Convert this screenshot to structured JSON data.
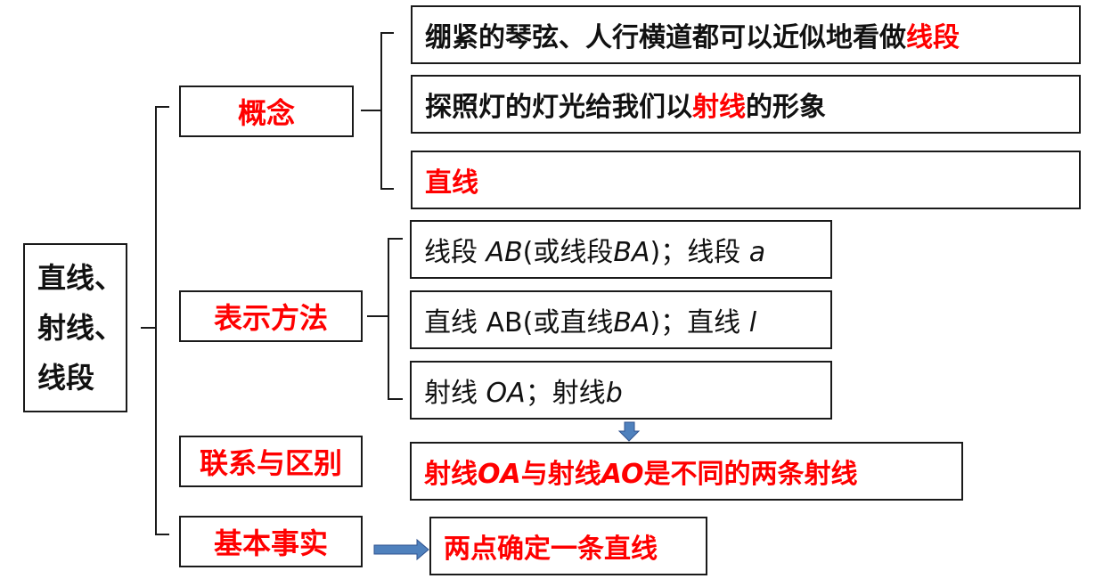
{
  "root": {
    "lines": [
      "直线、",
      "射线、",
      "线段"
    ]
  },
  "categories": {
    "concept": "概念",
    "notation": "表示方法",
    "relation": "联系与区别",
    "fact": "基本事实"
  },
  "concept_items": {
    "segment": {
      "pre": "绷紧的琴弦、人行横道都可以近似地看做",
      "key": "线段"
    },
    "ray": {
      "pre": "探照灯的灯光给我们以",
      "key": "射线",
      "post": "的形象"
    },
    "line": {
      "key": "直线"
    }
  },
  "notation_items": {
    "segment": {
      "a": "线段 ",
      "b": "AB",
      "c": "(或线段",
      "d": "BA",
      "e": ")；线段 ",
      "f": "a"
    },
    "line": {
      "a": "直线 AB(或直线",
      "b": "BA",
      "c": ")；直线 ",
      "d": "l"
    },
    "ray": {
      "a": "射线 ",
      "b": "OA",
      "c": "；射线",
      "d": "b"
    }
  },
  "relation_item": {
    "a": "射线",
    "b": "OA",
    "c": "与射线",
    "d": "AO",
    "e": "是不同的两条射线"
  },
  "fact_item": "两点确定一条直线",
  "colors": {
    "accent": "#ff0000",
    "arrow_fill": "#4f81bd",
    "arrow_stroke": "#2f528f"
  }
}
